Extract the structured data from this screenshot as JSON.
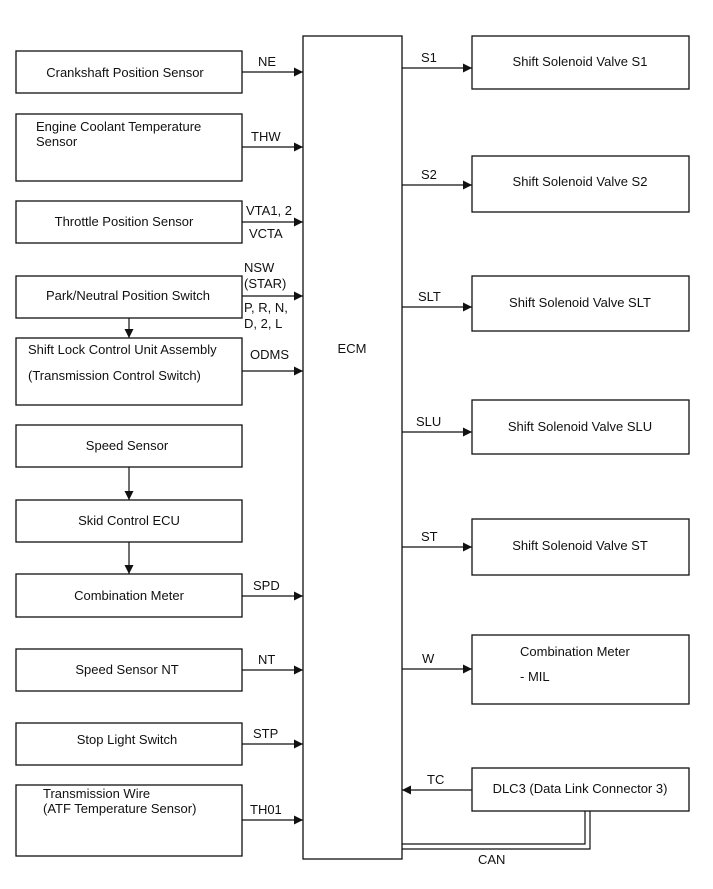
{
  "ecm": {
    "label": "ECM"
  },
  "inputs": [
    {
      "id": "crank",
      "lines": [
        "Crankshaft Position Sensor"
      ],
      "signals": [
        "NE"
      ]
    },
    {
      "id": "ect",
      "lines": [
        "Engine Coolant Temperature",
        "Sensor"
      ],
      "signals": [
        "THW"
      ]
    },
    {
      "id": "tps",
      "lines": [
        "Throttle Position Sensor"
      ],
      "signals": [
        "VTA1, 2",
        "VCTA"
      ]
    },
    {
      "id": "pnp",
      "lines": [
        "Park/Neutral Position Switch"
      ],
      "signals": [
        "NSW",
        "(STAR)",
        "P, R, N,",
        "D, 2, L"
      ]
    },
    {
      "id": "shiftlock",
      "lines": [
        "Shift Lock Control Unit Assembly",
        "(Transmission Control Switch)"
      ],
      "signals": [
        "ODMS"
      ]
    },
    {
      "id": "speed",
      "lines": [
        "Speed Sensor"
      ],
      "signals": []
    },
    {
      "id": "skid",
      "lines": [
        "Skid Control ECU"
      ],
      "signals": []
    },
    {
      "id": "combo",
      "lines": [
        "Combination Meter"
      ],
      "signals": [
        "SPD"
      ]
    },
    {
      "id": "nt",
      "lines": [
        "Speed Sensor NT"
      ],
      "signals": [
        "NT"
      ]
    },
    {
      "id": "stop",
      "lines": [
        "Stop Light Switch"
      ],
      "signals": [
        "STP"
      ]
    },
    {
      "id": "trans",
      "lines": [
        "Transmission Wire",
        "(ATF Temperature Sensor)"
      ],
      "signals": [
        "TH01"
      ]
    }
  ],
  "outputs": [
    {
      "id": "s1",
      "lines": [
        "Shift Solenoid Valve S1"
      ],
      "signal": "S1"
    },
    {
      "id": "s2",
      "lines": [
        "Shift Solenoid Valve S2"
      ],
      "signal": "S2"
    },
    {
      "id": "slt",
      "lines": [
        "Shift Solenoid Valve SLT"
      ],
      "signal": "SLT"
    },
    {
      "id": "slu",
      "lines": [
        "Shift Solenoid Valve SLU"
      ],
      "signal": "SLU"
    },
    {
      "id": "st",
      "lines": [
        "Shift Solenoid Valve ST"
      ],
      "signal": "ST"
    },
    {
      "id": "mil",
      "lines": [
        "Combination Meter",
        "- MIL"
      ],
      "signal": "W"
    },
    {
      "id": "dlc3",
      "lines": [
        "DLC3 (Data Link Connector 3)"
      ],
      "signal": "TC"
    }
  ],
  "bus": {
    "label": "CAN"
  }
}
